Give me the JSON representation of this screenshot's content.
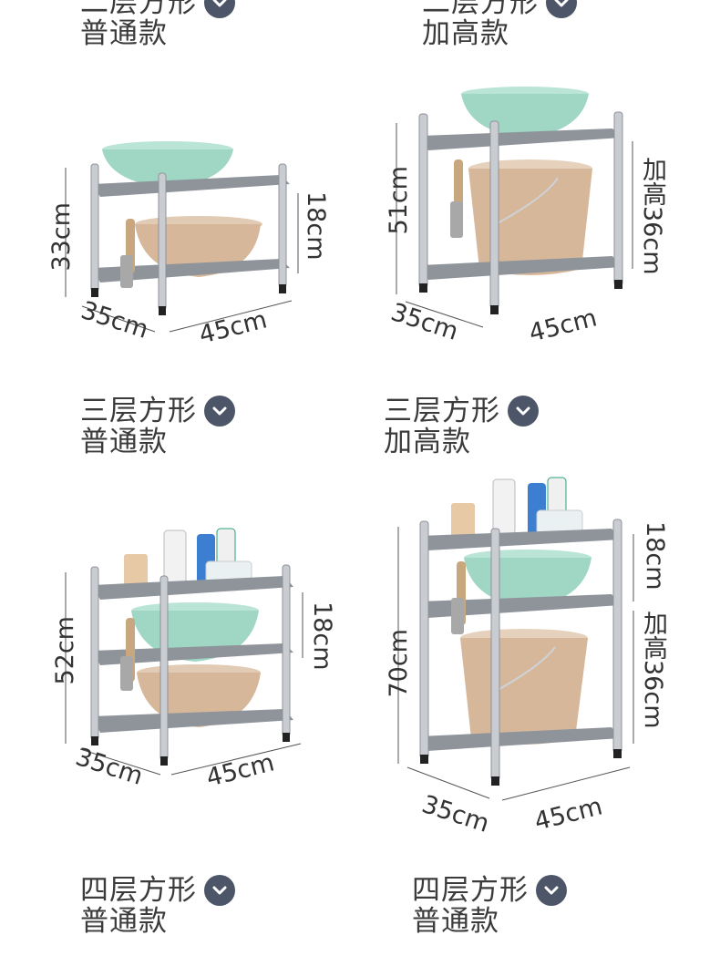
{
  "products": [
    {
      "name_line1": "二层方形",
      "name_line2": "普通款",
      "expand_icon": "chevron-down-icon",
      "dims": {
        "height": "33cm",
        "gap": "18cm",
        "depth": "35cm",
        "width": "45cm"
      }
    },
    {
      "name_line1": "二层方形",
      "name_line2": "加高款",
      "expand_icon": "chevron-down-icon",
      "dims": {
        "height": "51cm",
        "gap": "加高36cm",
        "depth": "35cm",
        "width": "45cm"
      }
    },
    {
      "name_line1": "三层方形",
      "name_line2": "普通款",
      "expand_icon": "chevron-down-icon",
      "dims": {
        "height": "52cm",
        "gap": "18cm",
        "depth": "35cm",
        "width": "45cm"
      }
    },
    {
      "name_line1": "三层方形",
      "name_line2": "加高款",
      "expand_icon": "chevron-down-icon",
      "dims": {
        "height": "70cm",
        "gap": "18cm",
        "gap2": "加高36cm",
        "depth": "35cm",
        "width": "45cm"
      }
    }
  ],
  "footer": [
    {
      "name_line1": "四层方形",
      "name_line2": "普通款",
      "expand_icon": "chevron-down-icon"
    },
    {
      "name_line1": "四层方形",
      "name_line2": "普通款",
      "expand_icon": "chevron-down-icon"
    }
  ],
  "colors": {
    "chevron_bg": "#4c5668",
    "basin_green": "#9fd6c4",
    "basin_tan": "#d6b79a",
    "steel": "#c9ccd1",
    "shelf": "#8f949b"
  }
}
